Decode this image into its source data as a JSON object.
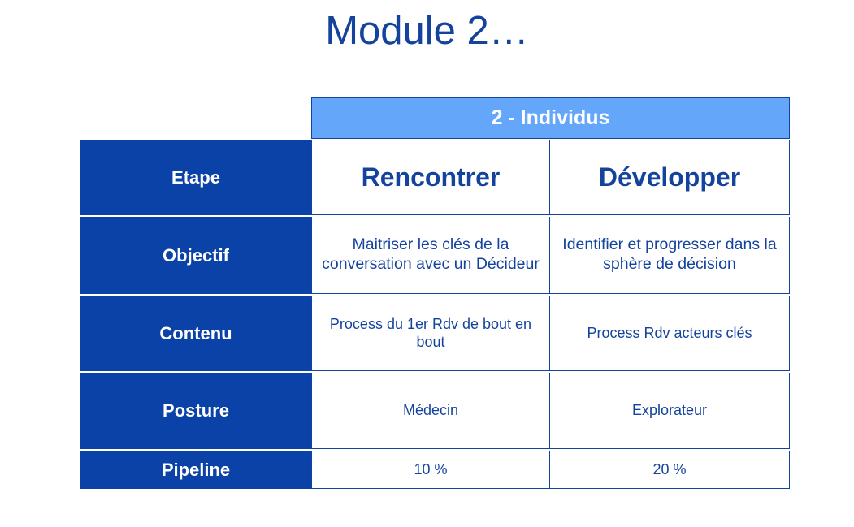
{
  "slide": {
    "title": "Module 2…",
    "title_color": "#14439E",
    "accent_dark_blue": "#0B42A8",
    "accent_light_blue": "#64A6FA",
    "border_color": "#14439E"
  },
  "table": {
    "banner": "2 - Individus",
    "row_labels": [
      "Etape",
      "Objectif",
      "Contenu",
      "Posture",
      "Pipeline"
    ],
    "columns": [
      "Rencontrer",
      "Développer"
    ],
    "rows": [
      {
        "label": "Etape",
        "cells": [
          "Rencontrer",
          "Développer"
        ]
      },
      {
        "label": "Objectif",
        "cells": [
          "Maitriser les clés de la conversation avec un Décideur",
          "Identifier et progresser dans la sphère de décision"
        ]
      },
      {
        "label": "Contenu",
        "cells": [
          "Process du 1er Rdv de bout en bout",
          "Process Rdv acteurs clés"
        ]
      },
      {
        "label": "Posture",
        "cells": [
          "Médecin",
          "Explorateur"
        ]
      },
      {
        "label": "Pipeline",
        "cells": [
          "10 %",
          "20 %"
        ]
      }
    ]
  }
}
